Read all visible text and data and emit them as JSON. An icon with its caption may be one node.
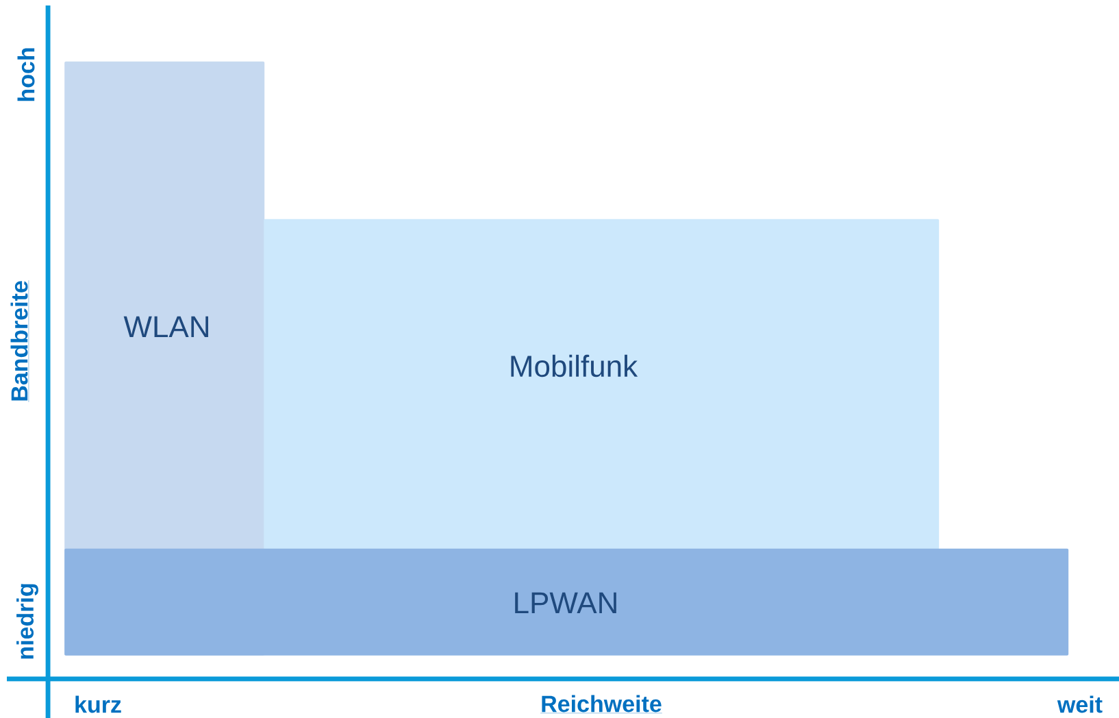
{
  "diagram": {
    "nodes": [
      {
        "text": [
          "WLAN"
        ]
      },
      {
        "text": [
          "Mobilfunk"
        ]
      },
      {
        "text": [
          "LPWAN"
        ]
      }
    ],
    "labels": [
      "hoch",
      "Bandbreite",
      "niedrig",
      "kurz",
      "Reichweite",
      "weit"
    ]
  }
}
